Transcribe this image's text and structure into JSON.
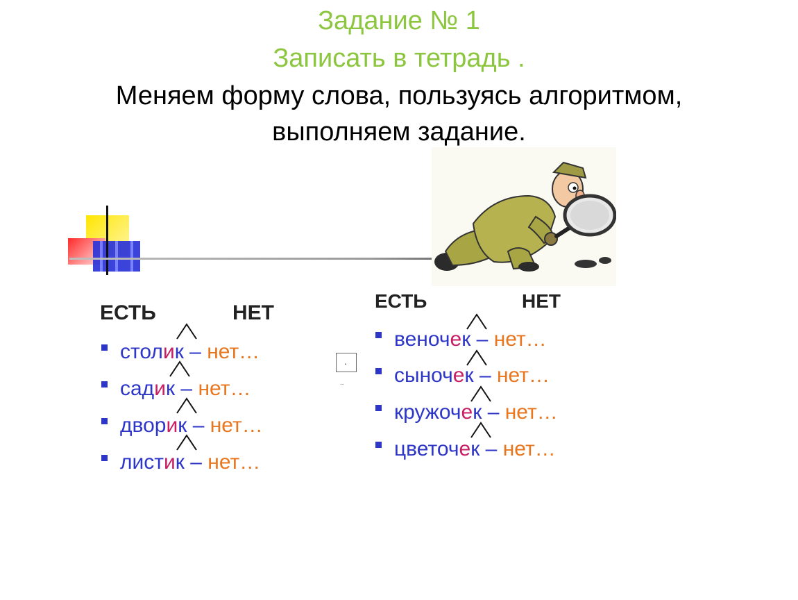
{
  "title": {
    "line1": "Задание № 1",
    "line2": "Записать в тетрадь .",
    "line3": "Меняем форму слова, пользуясь алгоритмом,",
    "line4": "выполняем задание."
  },
  "left": {
    "header_yes": "ЕСТЬ",
    "header_no": "НЕТ",
    "rows": [
      {
        "pre": "стол",
        "vowel": "и",
        "post": "к",
        "dash": " – ",
        "tail": "нет…"
      },
      {
        "pre": "сад",
        "vowel": "и",
        "post": "к",
        "dash": " – ",
        "tail": "нет…"
      },
      {
        "pre": "двор",
        "vowel": "и",
        "post": "к",
        "dash": " – ",
        "tail": "нет…"
      },
      {
        "pre": "лист",
        "vowel": "и",
        "post": "к",
        "dash": " – ",
        "tail": "нет…"
      }
    ]
  },
  "right": {
    "header_yes": "ЕСТЬ",
    "header_no": "НЕТ",
    "rows": [
      {
        "pre": "веноч",
        "vowel": "е",
        "post": "к",
        "dash": " – ",
        "tail": "нет…"
      },
      {
        "pre": "сыноч",
        "vowel": "е",
        "post": "к",
        "dash": " – ",
        "tail": "нет…"
      },
      {
        "pre": "кружоч",
        "vowel": "е",
        "post": "к",
        "dash": " – ",
        "tail": "нет…"
      },
      {
        "pre": "цветоч",
        "vowel": "е",
        "post": "к",
        "dash": " – ",
        "tail": "нет…"
      }
    ]
  },
  "middle": {
    "box_mark": ".",
    "dots": ".."
  },
  "colors": {
    "title_green": "#8cc63f",
    "word_blue": "#2e36c8",
    "vowel_magenta": "#c81e64",
    "net_orange": "#e8761e"
  },
  "illustration": "detective-with-magnifier"
}
